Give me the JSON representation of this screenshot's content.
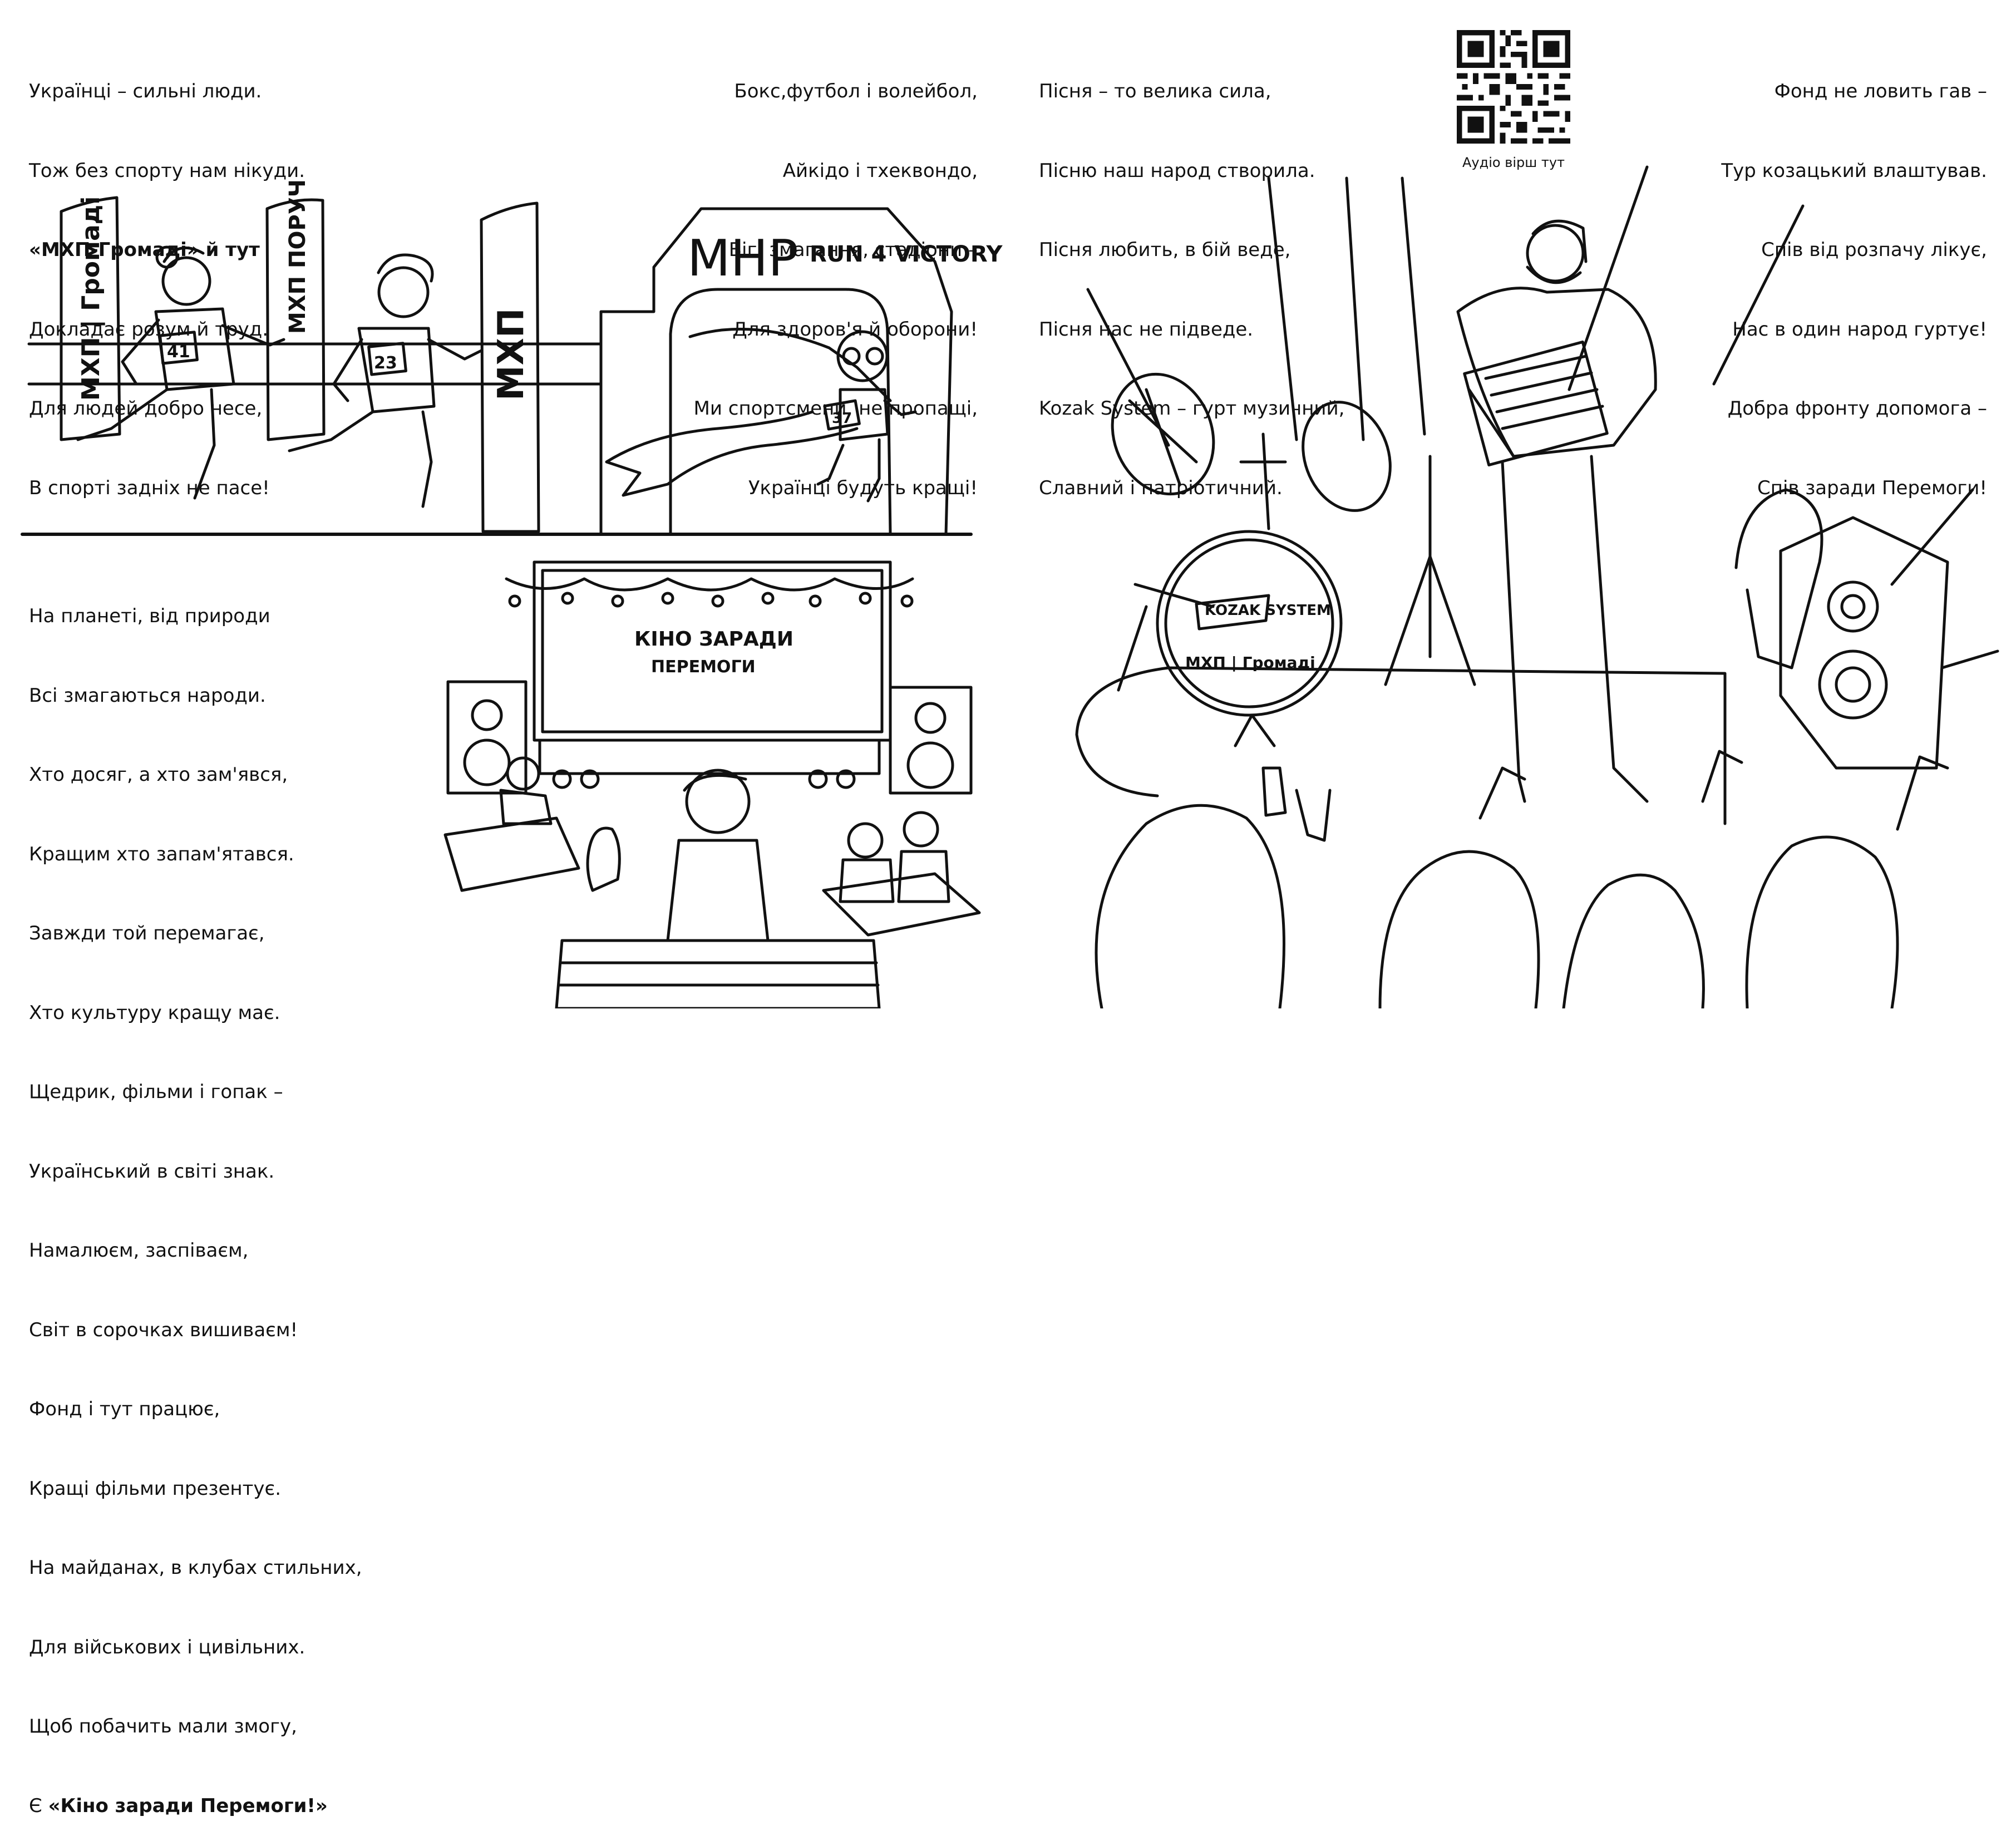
{
  "sport_poem": {
    "left_lines": [
      "Українці – сильні люди.",
      "Тож без спорту нам нікуди.",
      "«МХП-Громаді» й тут",
      "Докладає розум й труд.",
      "Для людей добро несе,",
      "В спорті задніх не пасе!"
    ],
    "right_lines": [
      "Бокс,футбол і волейбол,",
      "Айкідо і тхеквондо,",
      "Біг, змагання, стадіони –",
      "Для здоров'я й оборони!",
      "Ми спортсмени, не пропащі,",
      "Українці будуть кращі!"
    ]
  },
  "sport_scene": {
    "flag1": "МХП | Громаді",
    "flag2": "МХП ПОРУЧ",
    "flag3": "МХП",
    "arch_logo": "MHP",
    "arch_tag": "RUN 4 VICTORY",
    "bib1": "41",
    "bib2": "23",
    "bib3": "37"
  },
  "cinema_poem": {
    "lines": [
      "На планеті, від природи",
      "Всі змагаються народи.",
      "Хто досяг, а хто зам'явся,",
      "Кращим хто запам'ятався.",
      "Завжди той перемагає,",
      "Хто культуру кращу має.",
      "Щедрик, фільми і гопак –",
      "Український в світі знак.",
      "Намалюєм, заспіваєм,",
      "Світ в сорочках вишиваєм!",
      "Фонд і тут працює,",
      "Кращі фільми презентує.",
      "На майданах, в клубах стильних,",
      "Для військових і цивільних.",
      "Щоб побачить мали змогу,"
    ],
    "last_prefix": "Є ",
    "last_bold": "«Кіно заради Перемоги!»"
  },
  "cinema_scene": {
    "screen_line1": "КІНО ЗАРАДИ",
    "screen_line2": "ПЕРЕМОГИ"
  },
  "song_poem": {
    "left_lines": [
      "Пісня – то велика сила,",
      "Пісню наш народ створила.",
      "Пісня любить, в бій веде,",
      "Пісня нас не підведе.",
      "Kozak System – гурт музичний,",
      "Славний і патріотичний."
    ],
    "right_lines": [
      "Фонд не ловить гав –",
      "Тур козацький влаштував.",
      "Спів від розпачу лікує,",
      "Нас в один народ гуртує!",
      "Добра фронту допомога –",
      "Спів заради Перемоги!"
    ]
  },
  "qr": {
    "caption": "Аудіо вірш тут",
    "icon": "qr-code-icon"
  },
  "concert_scene": {
    "drum_logo_top": "KOZAK SYSTEM",
    "drum_logo_bottom": "МХП | Громаді"
  }
}
